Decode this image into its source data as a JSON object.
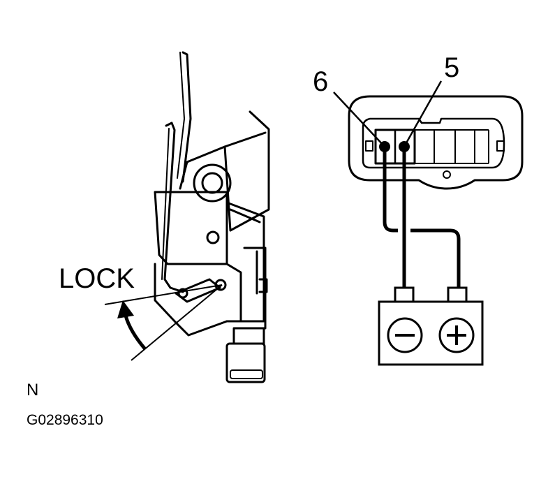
{
  "labels": {
    "lock": "LOCK",
    "pin_left": "6",
    "pin_right": "5",
    "view": "N",
    "figure_code": "G02896310"
  },
  "battery": {
    "negative_symbol": "−",
    "positive_symbol": "+"
  },
  "colors": {
    "line": "#000000",
    "background": "#ffffff"
  },
  "icons": [
    "door-lock-actuator",
    "connector",
    "battery",
    "rotation-arrow"
  ]
}
